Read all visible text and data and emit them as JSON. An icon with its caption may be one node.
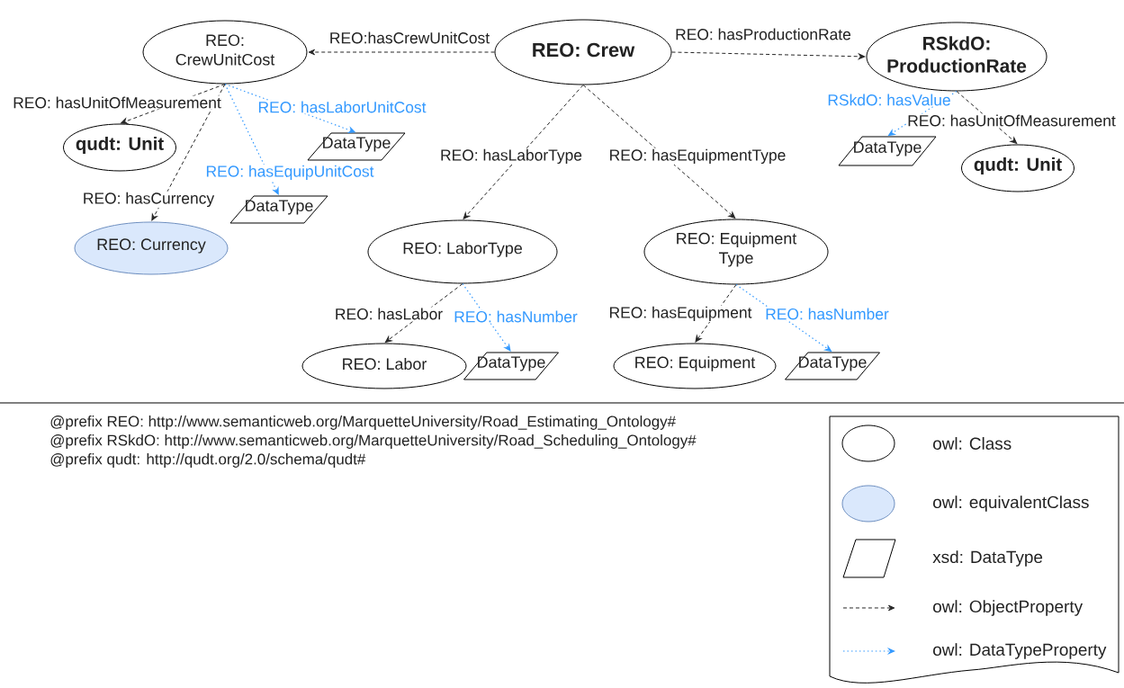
{
  "diagram": {
    "nodes": [
      {
        "text": [
          "REO: CrewUnitCost"
        ]
      },
      {
        "text": [
          "REO: Crew"
        ]
      },
      {
        "text": [
          "RSkdO: ProductionRate"
        ]
      },
      {
        "text": [
          "qudt: Unit"
        ]
      },
      {
        "text": [
          "DataType"
        ]
      },
      {
        "text": [
          "DataType"
        ]
      },
      {
        "text": [
          "REO: Currency"
        ]
      },
      {
        "text": [
          "DataType"
        ]
      },
      {
        "text": [
          "qudt: Unit"
        ]
      },
      {
        "text": [
          "REO: LaborType"
        ]
      },
      {
        "text": [
          "REO: Equipment Type"
        ]
      },
      {
        "text": [
          "REO: Labor"
        ]
      },
      {
        "text": [
          "DataType"
        ]
      },
      {
        "text": [
          "REO: Equipment"
        ]
      },
      {
        "text": [
          "DataType"
        ]
      }
    ],
    "edges": [
      {
        "from": 1,
        "to": 0,
        "arrow": "to",
        "label": "REO:hasCrewUnitCost",
        "style": "dashed"
      },
      {
        "from": 1,
        "to": 2,
        "arrow": "to",
        "label": "REO: hasProductionRate",
        "style": "dashed"
      },
      {
        "from": 0,
        "to": 3,
        "arrow": "to",
        "label": "REO: hasUnitOfMeasurement",
        "style": "dashed"
      },
      {
        "from": 0,
        "to": 4,
        "arrow": "to",
        "label": "REO: hasLaborUnitCost",
        "style": "dashed",
        "color": "#3399ff"
      },
      {
        "from": 0,
        "to": 5,
        "arrow": "to",
        "label": "REO: hasEquipUnitCost",
        "style": "dashed",
        "color": "#3399ff"
      },
      {
        "from": 0,
        "to": 6,
        "arrow": "to",
        "label": "REO: hasCurrency",
        "style": "dashed"
      },
      {
        "from": 1,
        "to": 9,
        "arrow": "to",
        "label": "REO: hasLaborType",
        "style": "dashed"
      },
      {
        "from": 1,
        "to": 10,
        "arrow": "to",
        "label": "REO: hasEquipmentType",
        "style": "dashed"
      },
      {
        "from": 2,
        "to": 7,
        "arrow": "to",
        "label": "RSkdO: hasValue",
        "style": "dashed",
        "color": "#3399ff"
      },
      {
        "from": 2,
        "to": 8,
        "arrow": "to",
        "label": "REO: hasUnitOfMeasurement",
        "style": "dashed"
      },
      {
        "from": 9,
        "to": 11,
        "arrow": "to",
        "label": "REO: hasLabor",
        "style": "dashed"
      },
      {
        "from": 9,
        "to": 12,
        "arrow": "to",
        "label": "REO: hasNumber",
        "style": "dashed",
        "color": "#3399ff"
      },
      {
        "from": 10,
        "to": 13,
        "arrow": "to",
        "label": "REO: hasEquipment",
        "style": "dashed"
      },
      {
        "from": 10,
        "to": 14,
        "arrow": "to",
        "label": "REO: hasNumber",
        "style": "dashed",
        "color": "#3399ff"
      }
    ],
    "labels": [
      "@prefix REO: http://www.semanticweb.org/MarquetteUniversity/Road_Estimating_Ontology#",
      "@prefix RSkdO: http://www.semanticweb.org/MarquetteUniversity/Road_Scheduling_Ontology#",
      "@prefix qudt: http://qudt.org/2.0/schema/qudt#"
    ],
    "legend": [
      {
        "text": "owl: Class"
      },
      {
        "text": "owl: equivalentClass"
      },
      {
        "text": "xsd: DataType"
      },
      {
        "text": "owl: ObjectProperty"
      },
      {
        "text": "owl: DataTypeProperty"
      }
    ]
  }
}
